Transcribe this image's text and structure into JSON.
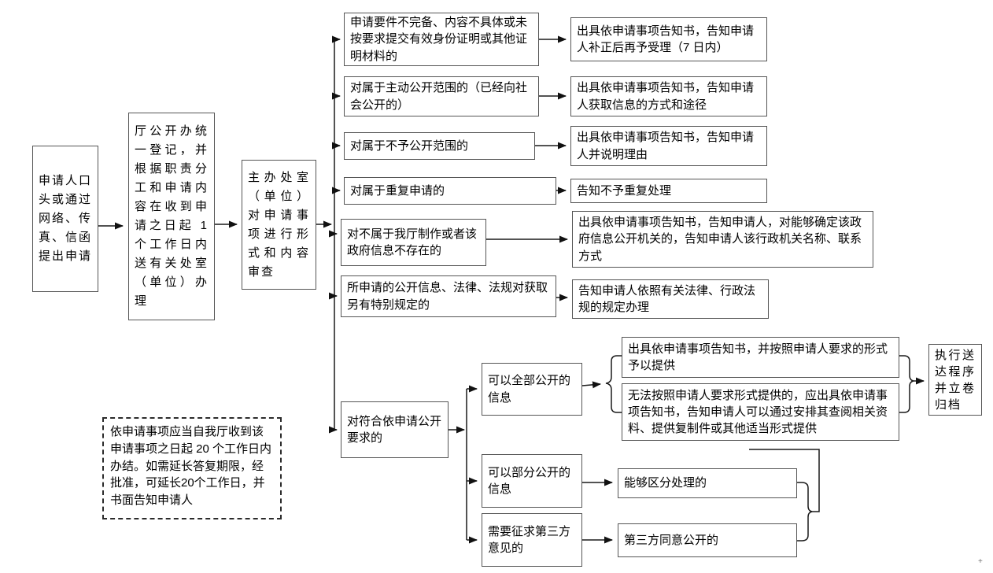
{
  "diagram_type": "flowchart",
  "language": "zh-CN",
  "colors": {
    "ink": "#1a1a1a",
    "box_border": "#555555",
    "background": "#ffffff"
  },
  "nodes": {
    "applicant": "申请人口头或通过网络、传真、信函提出申请",
    "registration": "厅公开办统一登记，并根据职责分工和申请内容在收到申请之日起 1 个工作日内送有关处室（单位）办理",
    "review": "主办处室（单位）对申请事项进行形式和内容审查",
    "cond_incomplete": "申请要件不完备、内容不具体或未按要求提交有效身份证明或其他证明材料的",
    "cond_proactive": "对属于主动公开范围的（已经向社会公开的）",
    "cond_nondisclosure": "对属于不予公开范围的",
    "cond_repeat": "对属于重复申请的",
    "cond_not_ours": "对不属于我厅制作或者该政府信息不存在的",
    "cond_special_law": "所申请的公开信息、法律、法规对获取另有特别规定的",
    "cond_qualified": "对符合依申请公开要求的",
    "res_supplement": "出具依申请事项告知书，告知申请人补正后再予受理（7 日内）",
    "res_channels": "出具依申请事项告知书，告知申请人获取信息的方式和途径",
    "res_reasons": "出具依申请事项告知书，告知申请人并说明理由",
    "res_no_repeat": "告知不予重复处理",
    "res_other_agency": "出具依申请事项告知书，告知申请人，对能够确定该政府信息公开机关的，告知申请人该行政机关名称、联系方式",
    "res_by_law": "告知申请人依照有关法律、行政法规的规定办理",
    "opt_full": "可以全部公开的信息",
    "opt_partial": "可以部分公开的信息",
    "opt_third_party": "需要征求第三方意见的",
    "prov_requested": "出具依申请事项告知书，并按照申请人要求的形式予以提供",
    "prov_alternative": "无法按照申请人要求形式提供的，应出具依申请事项告知书，告知申请人可以通过安排其查阅相关资料、提供复制件或其他适当形式提供",
    "out_separable": "能够区分处理的",
    "out_consent": "第三方同意公开的",
    "archive": "执行送达程序并立卷归档"
  },
  "note": "依申请事项应当自我厅收到该申请事项之日起 20 个工作日内办结。如需延长答复期限，经批准，可延长20个工作日，并书面告知申请人",
  "corner_mark": "+"
}
